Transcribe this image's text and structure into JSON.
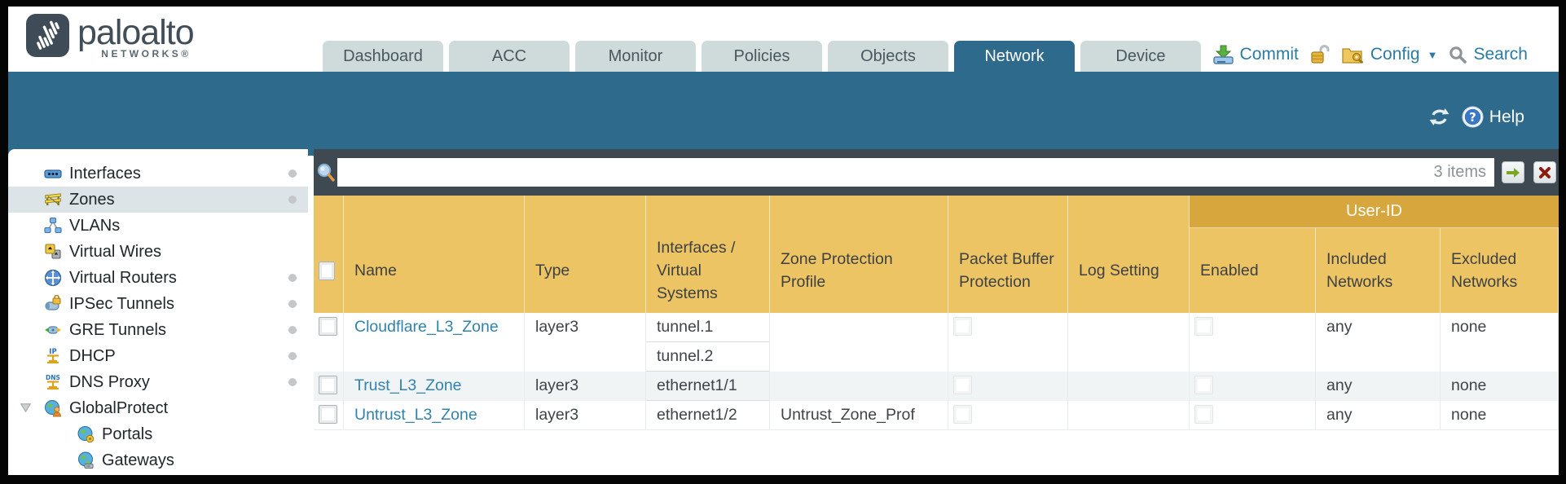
{
  "brand": {
    "name": "paloalto",
    "subtitle": "NETWORKS®"
  },
  "nav": {
    "tabs": [
      {
        "label": "Dashboard",
        "active": false
      },
      {
        "label": "ACC",
        "active": false
      },
      {
        "label": "Monitor",
        "active": false
      },
      {
        "label": "Policies",
        "active": false
      },
      {
        "label": "Objects",
        "active": false
      },
      {
        "label": "Network",
        "active": true
      },
      {
        "label": "Device",
        "active": false
      }
    ]
  },
  "utility": {
    "commit": "Commit",
    "config": "Config",
    "search": "Search"
  },
  "band": {
    "help": "Help"
  },
  "sidebar": {
    "items": [
      {
        "label": "Interfaces",
        "icon": "interfaces-icon",
        "dot": true,
        "selected": false
      },
      {
        "label": "Zones",
        "icon": "zones-icon",
        "dot": true,
        "selected": true
      },
      {
        "label": "VLANs",
        "icon": "vlans-icon",
        "dot": false,
        "selected": false
      },
      {
        "label": "Virtual Wires",
        "icon": "virtual-wires-icon",
        "dot": false,
        "selected": false
      },
      {
        "label": "Virtual Routers",
        "icon": "virtual-routers-icon",
        "dot": true,
        "selected": false
      },
      {
        "label": "IPSec Tunnels",
        "icon": "ipsec-tunnels-icon",
        "dot": true,
        "selected": false
      },
      {
        "label": "GRE Tunnels",
        "icon": "gre-tunnels-icon",
        "dot": false,
        "selected": false
      },
      {
        "label": "DHCP",
        "icon": "dhcp-icon",
        "dot": true,
        "selected": false
      },
      {
        "label": "DNS Proxy",
        "icon": "dns-proxy-icon",
        "dot": true,
        "selected": false
      },
      {
        "label": "GlobalProtect",
        "icon": "globalprotect-icon",
        "dot": false,
        "selected": false,
        "expanded": true
      },
      {
        "label": "Portals",
        "icon": "portals-icon",
        "dot": false,
        "selected": false,
        "child": true
      },
      {
        "label": "Gateways",
        "icon": "gateways-icon",
        "dot": false,
        "selected": false,
        "child": true
      }
    ]
  },
  "filter": {
    "value": "",
    "count": "3 items"
  },
  "table": {
    "group_header": "User-ID",
    "columns": [
      "Name",
      "Type",
      "Interfaces / Virtual Systems",
      "Zone Protection Profile",
      "Packet Buffer Protection",
      "Log Setting",
      "Enabled",
      "Included Networks",
      "Excluded Networks"
    ],
    "rows": [
      {
        "name": "Cloudflare_L3_Zone",
        "type": "layer3",
        "interfaces": [
          "tunnel.1",
          "tunnel.2"
        ],
        "zone_protection_profile": "",
        "log_setting": "",
        "included_networks": "any",
        "excluded_networks": "none"
      },
      {
        "name": "Trust_L3_Zone",
        "type": "layer3",
        "interfaces": [
          "ethernet1/1"
        ],
        "zone_protection_profile": "",
        "log_setting": "",
        "included_networks": "any",
        "excluded_networks": "none"
      },
      {
        "name": "Untrust_L3_Zone",
        "type": "layer3",
        "interfaces": [
          "ethernet1/2"
        ],
        "zone_protection_profile": "Untrust_Zone_Prof",
        "log_setting": "",
        "included_networks": "any",
        "excluded_networks": "none"
      }
    ]
  },
  "colors": {
    "teal": "#2d6a8c",
    "header_orange": "#ecc464",
    "user_id_band": "#d7a73e",
    "filter_slate": "#3e4951",
    "link_blue": "#3183ab",
    "tab_inactive": "#cfdada"
  }
}
